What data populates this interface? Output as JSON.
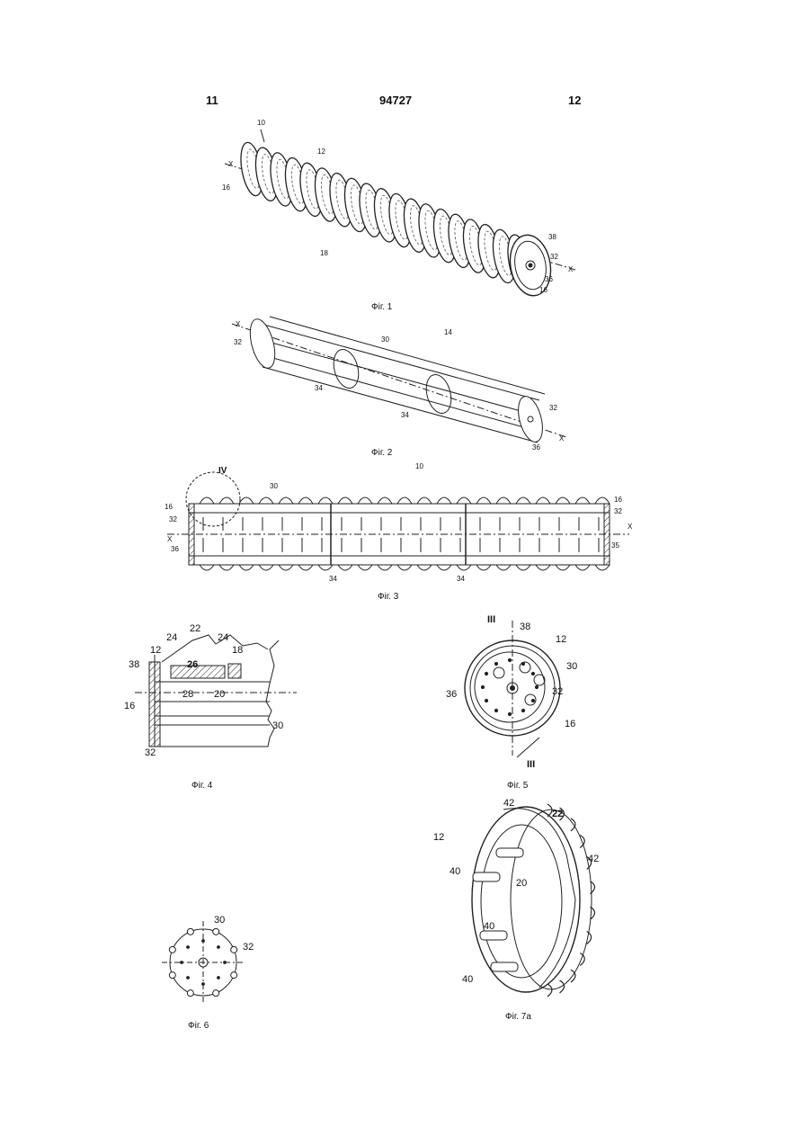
{
  "header": {
    "left_page": "11",
    "patent_number": "94727",
    "right_page": "12"
  },
  "figures": {
    "fig1": {
      "caption": "Фіг. 1",
      "labels": [
        "10",
        "12",
        "X",
        "16",
        "18",
        "38",
        "32",
        "X",
        "36",
        "16"
      ]
    },
    "fig2": {
      "caption": "Фіг. 2",
      "labels": [
        "X",
        "32",
        "30",
        "14",
        "34",
        "34",
        "32",
        "X",
        "36"
      ]
    },
    "fig3": {
      "caption": "Фіг. 3",
      "labels": [
        "IV",
        "30",
        "10",
        "16",
        "32",
        "X",
        "36",
        "34",
        "34",
        "16",
        "32",
        "X",
        "35"
      ]
    },
    "fig4": {
      "caption": "Фіг. 4",
      "labels": [
        "22",
        "24",
        "24",
        "12",
        "18",
        "26",
        "38",
        "28",
        "20",
        "16",
        "30",
        "32"
      ]
    },
    "fig5": {
      "caption": "Фіг. 5",
      "labels": [
        "III",
        "38",
        "12",
        "30",
        "36",
        "32",
        "16",
        "III"
      ]
    },
    "fig6": {
      "caption": "Фіг. 6",
      "labels": [
        "30",
        "32"
      ]
    },
    "fig7a": {
      "caption": "Фіг. 7а",
      "labels": [
        "42",
        "22",
        "12",
        "42",
        "40",
        "20",
        "40",
        "40"
      ]
    }
  }
}
